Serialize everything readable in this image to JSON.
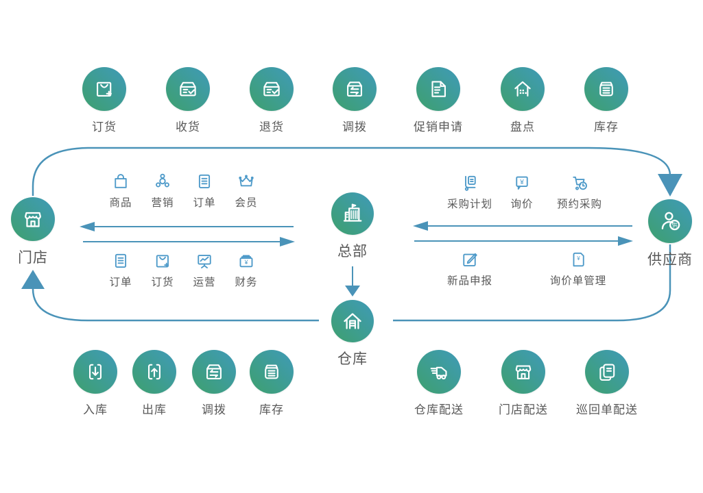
{
  "palette": {
    "circle_gradient_start": "#3f9ab8",
    "circle_gradient_end": "#3ea06e",
    "connector_blue": "#4a93b8",
    "small_icon_blue": "#4e9ac9",
    "label_gray": "#595959"
  },
  "glyphs": {
    "yen": "¥"
  },
  "top_row": {
    "items": [
      {
        "label": "订货",
        "icon": "bag-plus-icon"
      },
      {
        "label": "收货",
        "icon": "receive-box-icon"
      },
      {
        "label": "退货",
        "icon": "return-box-icon"
      },
      {
        "label": "调拨",
        "icon": "transfer-box-icon"
      },
      {
        "label": "促销申请",
        "icon": "promo-doc-icon"
      },
      {
        "label": "盘点",
        "icon": "stocktake-house-icon"
      },
      {
        "label": "库存",
        "icon": "inventory-box-icon"
      }
    ]
  },
  "nodes": {
    "store": {
      "label": "门店"
    },
    "headquarters": {
      "label": "总部"
    },
    "warehouse": {
      "label": "仓库"
    },
    "supplier": {
      "label": "供应商",
      "badge": "供"
    }
  },
  "store_hq_modules": {
    "row1": [
      {
        "label": "商品",
        "icon": "goods-bag-icon"
      },
      {
        "label": "营销",
        "icon": "marketing-icon"
      },
      {
        "label": "订单",
        "icon": "order-doc-icon"
      },
      {
        "label": "会员",
        "icon": "member-crown-icon"
      }
    ],
    "row2": [
      {
        "label": "订单",
        "icon": "order-doc-icon"
      },
      {
        "label": "订货",
        "icon": "order-bag-icon"
      },
      {
        "label": "运营",
        "icon": "operation-chart-icon"
      },
      {
        "label": "财务",
        "icon": "finance-cashbox-icon"
      }
    ]
  },
  "hq_supplier_modules": {
    "row1": [
      {
        "label": "采购计划",
        "icon": "purchase-plan-trolley-icon"
      },
      {
        "label": "询价",
        "icon": "inquiry-bubble-icon"
      },
      {
        "label": "预约采购",
        "icon": "reserve-purchase-cart-icon"
      }
    ],
    "row2": [
      {
        "label": "新品申报",
        "icon": "new-product-edit-icon"
      },
      {
        "label": "询价单管理",
        "icon": "inquiry-doc-icon"
      }
    ]
  },
  "bottom_left_row": {
    "items": [
      {
        "label": "入库",
        "icon": "inbound-arrow-icon"
      },
      {
        "label": "出库",
        "icon": "outbound-arrow-icon"
      },
      {
        "label": "调拨",
        "icon": "transfer-box-icon"
      },
      {
        "label": "库存",
        "icon": "inventory-box-icon"
      }
    ]
  },
  "bottom_right_row": {
    "items": [
      {
        "label": "仓库配送",
        "icon": "warehouse-delivery-truck-icon"
      },
      {
        "label": "门店配送",
        "icon": "store-delivery-icon"
      },
      {
        "label": "巡回单配送",
        "icon": "tour-order-docs-icon"
      }
    ]
  }
}
